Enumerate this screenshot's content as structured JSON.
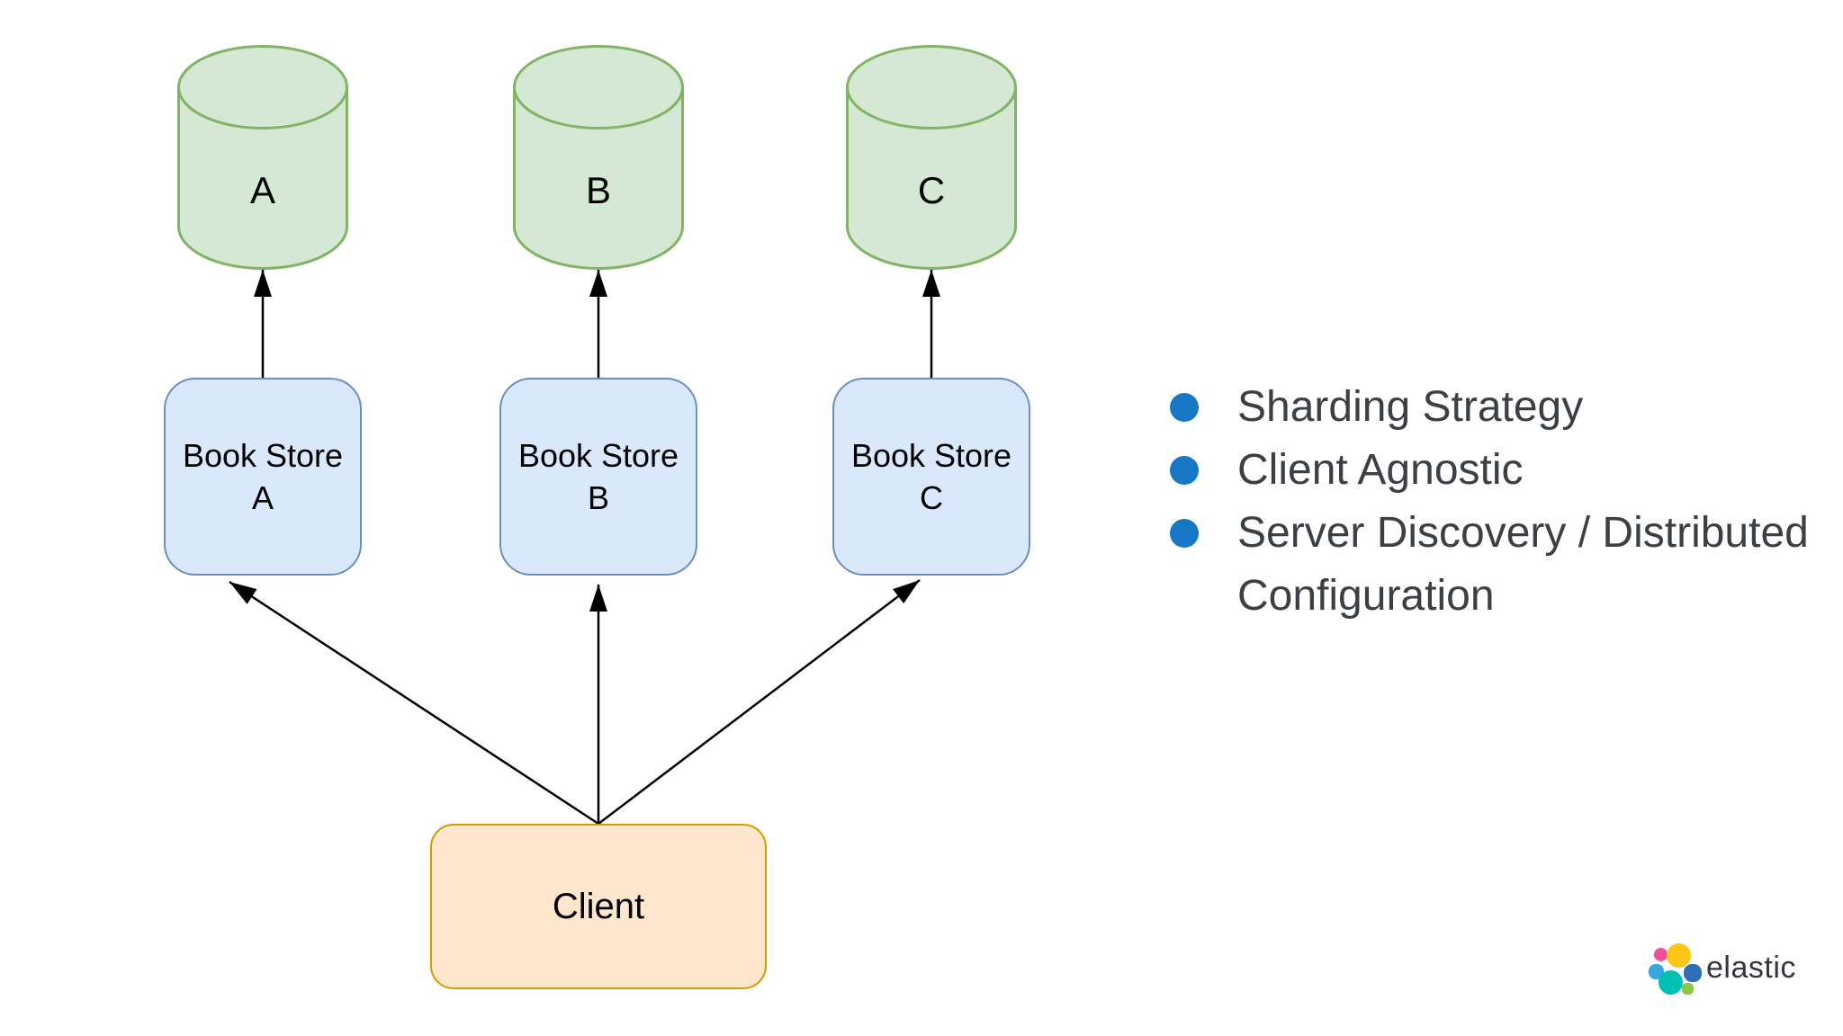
{
  "diagram": {
    "databases": [
      {
        "label": "A"
      },
      {
        "label": "B"
      },
      {
        "label": "C"
      }
    ],
    "stores": [
      {
        "line1": "Book Store",
        "line2": "A"
      },
      {
        "line1": "Book Store",
        "line2": "B"
      },
      {
        "line1": "Book Store",
        "line2": "C"
      }
    ],
    "client": {
      "label": "Client"
    },
    "colors": {
      "database_fill": "#d5e8d4",
      "database_stroke": "#82b366",
      "store_fill": "#dae8fc",
      "store_stroke": "#6c8ebf",
      "client_fill": "#ffe6cc",
      "client_stroke": "#d79b00",
      "arrow": "#000000"
    }
  },
  "notes": {
    "bullet_color": "#1677c6",
    "items": [
      "Sharding Strategy",
      "Client Agnostic",
      "Server Discovery / Distributed Configuration"
    ]
  },
  "branding": {
    "logo_text": "elastic",
    "logo_colors": {
      "yellow": "#fec514",
      "pink": "#ef4e98",
      "light_blue": "#36a9e0",
      "teal": "#00bfb3",
      "blue": "#2f6fb8",
      "green": "#8bc63f"
    }
  }
}
